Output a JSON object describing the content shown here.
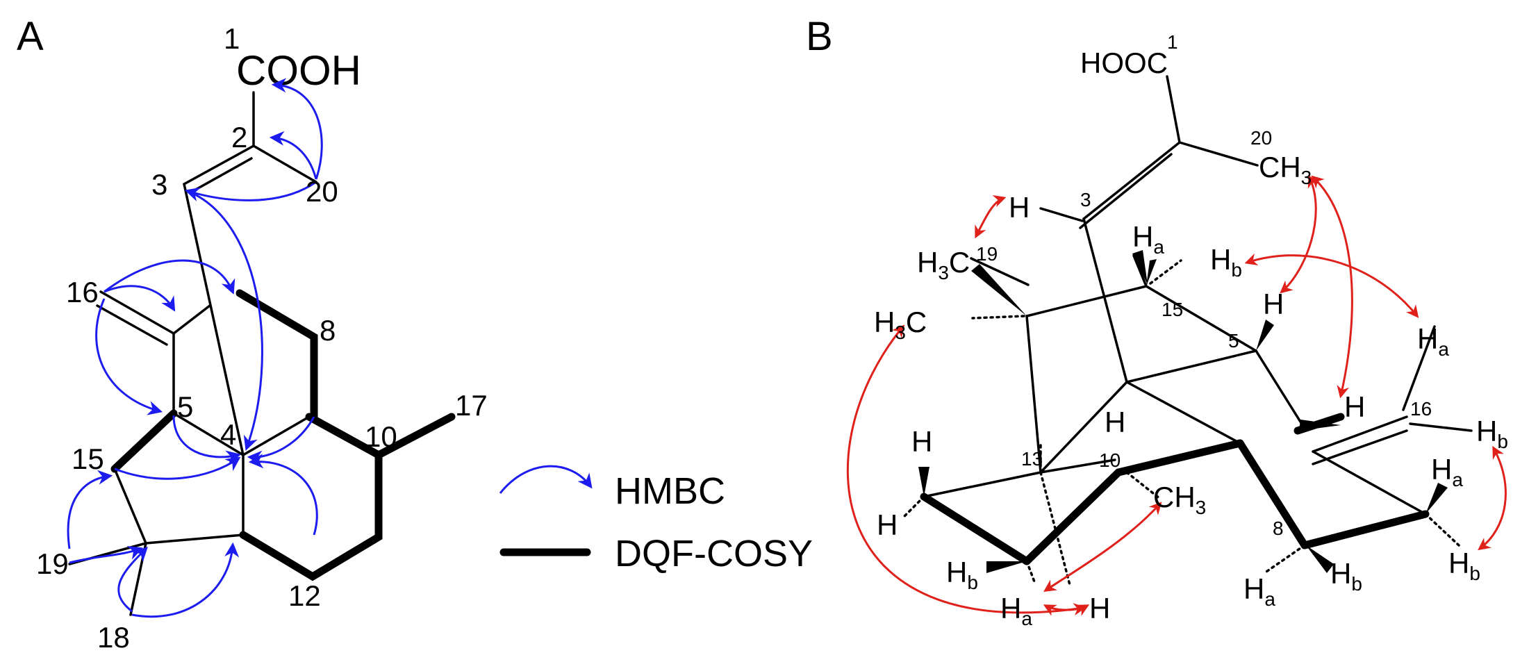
{
  "colors": {
    "hmbc": "#1c1cf0",
    "noe": "#e0201a",
    "bond": "#000000"
  },
  "panelA": {
    "label": "A",
    "cooh": "COOH",
    "cooh_num": "1",
    "atoms": {
      "c2": "2",
      "c3": "3",
      "c4": "4",
      "c5": "5",
      "c8": "8",
      "c10": "10",
      "c12": "12",
      "c15": "15",
      "c16": "16",
      "c17": "17",
      "c18": "18",
      "c19": "19",
      "c20": "20"
    },
    "legend": {
      "hmbc": "HMBC",
      "cosy": "DQF-COSY"
    }
  },
  "panelB": {
    "label": "B",
    "hooc": "HOOC",
    "hooc_num": "1",
    "c20": "20",
    "ch3_top": "CH",
    "ch3_top_sub": "3",
    "c3": "3",
    "h3": "H",
    "h3c19": "H",
    "h3c19_sub": "3",
    "h3c19_c": "C",
    "c19": "19",
    "h3c_left": "H",
    "h3c_left_sub": "3",
    "h3c_left_c": "C",
    "c15": "15",
    "h15a": "H",
    "h15a_sub": "a",
    "h15b": "H",
    "h15b_sub": "b",
    "h5": "H",
    "c5": "5",
    "h16a": "H",
    "h16a_sub": "a",
    "h_olef": "H",
    "c16": "16",
    "h16b": "H",
    "h16b_sub": "b",
    "h_left": "H",
    "h_left2": "H",
    "c13": "13",
    "h10": "H",
    "c10": "10",
    "ch3_10": "CH",
    "ch3_10_sub": "3",
    "hb_left": "H",
    "hb_left_sub": "b",
    "ha_bottom": "H",
    "ha_bottom_sub": "a",
    "h_bottom": "H",
    "c8": "8",
    "ha8": "H",
    "ha8_sub": "a",
    "hb8": "H",
    "hb8_sub": "b",
    "ha_r": "H",
    "ha_r_sub": "a",
    "hb_r": "H",
    "hb_r_sub": "b"
  }
}
